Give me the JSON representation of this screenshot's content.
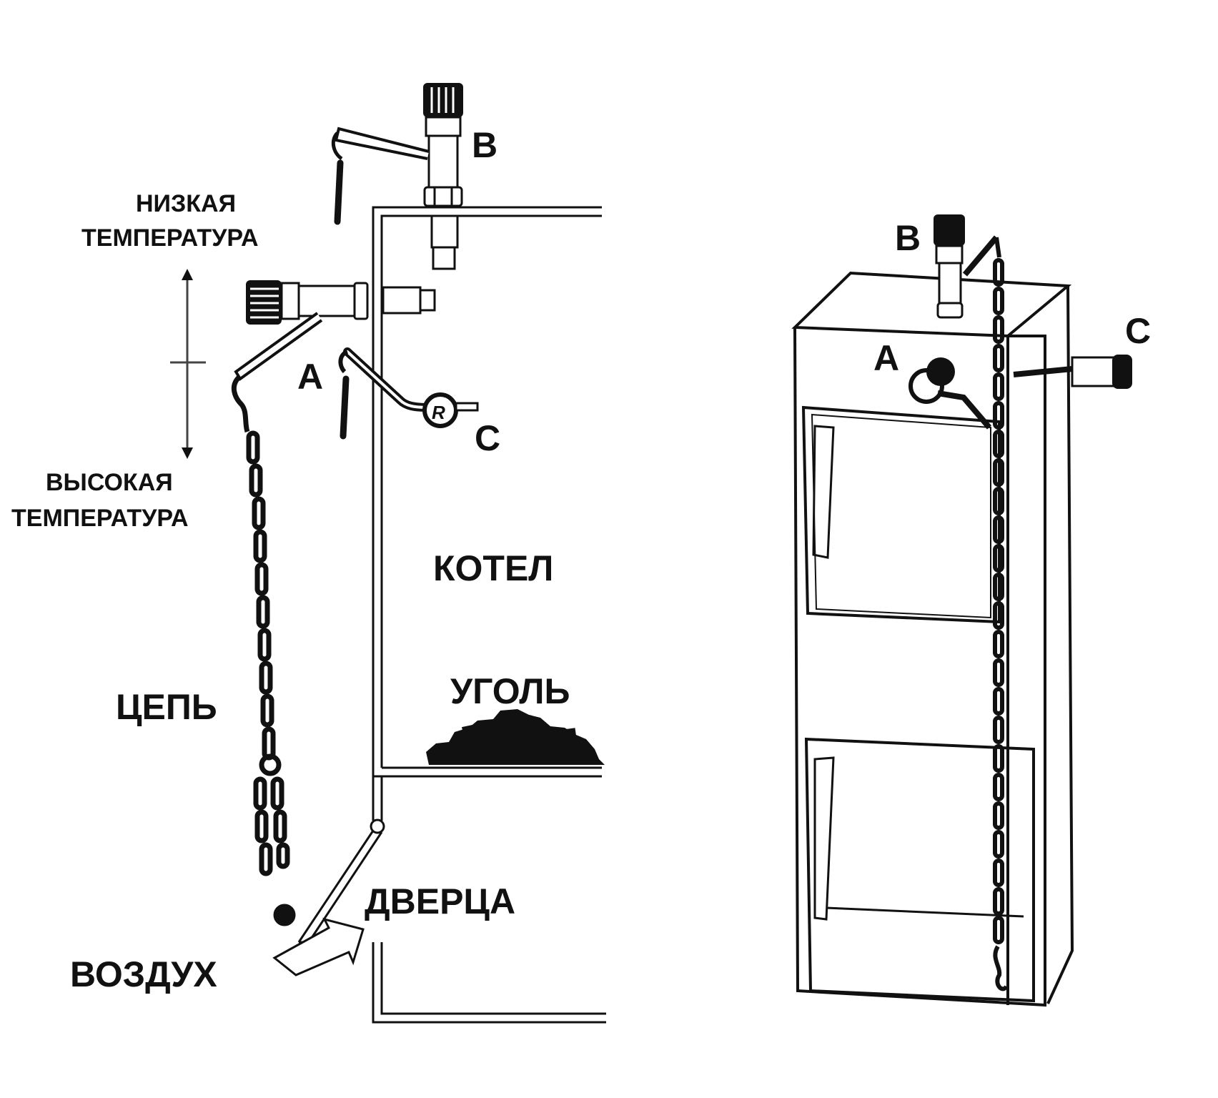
{
  "colors": {
    "ink": "#111111",
    "paper": "#ffffff",
    "guide": "#444444"
  },
  "cross_section": {
    "labels": {
      "low_temp_line1": "НИЗКАЯ",
      "low_temp_line2": "ТЕМПЕРАТУРА",
      "high_temp_line1": "ВЫСОКАЯ",
      "high_temp_line2": "ТЕМПЕРАТУРА",
      "boiler": "КОТЕЛ",
      "coal": "УГОЛЬ",
      "chain": "ЦЕПЬ",
      "door": "ДВЕРЦА",
      "air": "ВОЗДУХ",
      "regulator_a": "A",
      "regulator_b": "B",
      "regulator_c": "C"
    }
  },
  "perspective_view": {
    "labels": {
      "regulator_a": "A",
      "regulator_b": "B",
      "regulator_c": "C"
    }
  }
}
